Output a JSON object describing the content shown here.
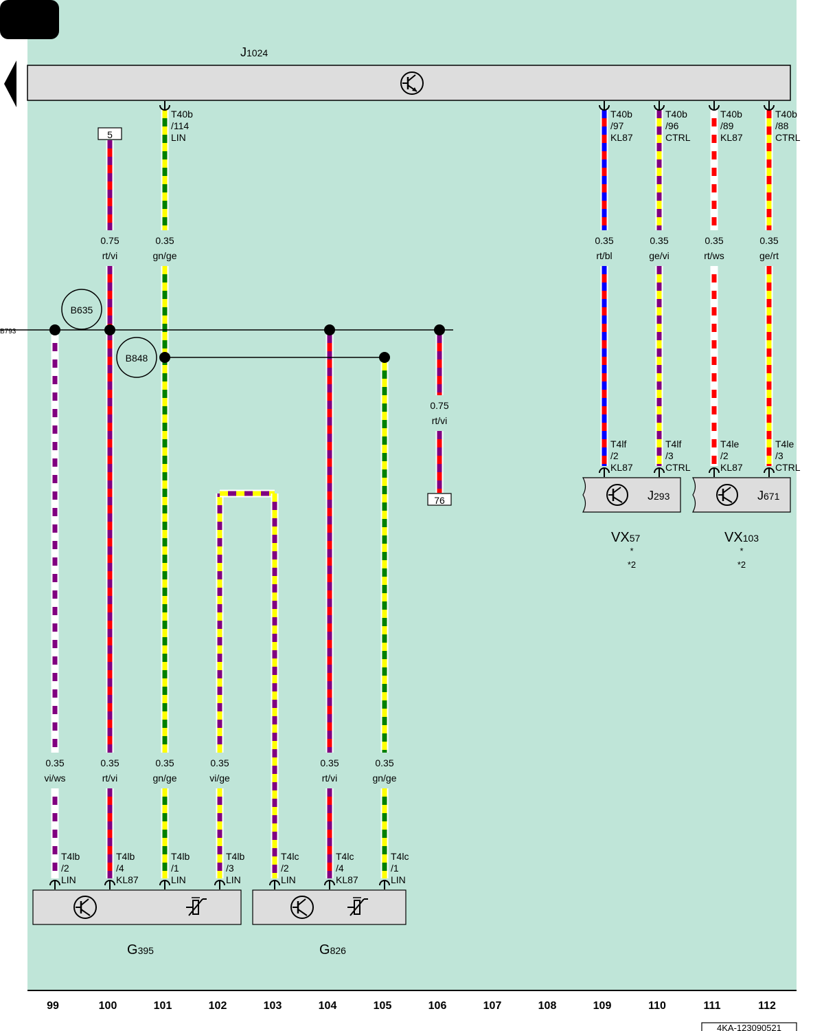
{
  "colors": {
    "background": "#bfe5d8",
    "component_fill": "#dddddd",
    "rt": "#ff0000",
    "vi": "#800080",
    "gn": "#008000",
    "ge": "#ffff00",
    "bl": "#0000ff",
    "ws": "#ffffff"
  },
  "header": {
    "control_unit": "J",
    "control_unit_sub": "1024"
  },
  "ref_box_top": "5",
  "ref_box_mid": "76",
  "bus_label": "B793",
  "junctions": {
    "b635": "B635",
    "b848": "B848"
  },
  "top_wires": [
    {
      "conn1": "T40b",
      "conn2": "/114",
      "conn3": "LIN",
      "size": "0.35",
      "color": "gn/ge"
    },
    {
      "conn1": "T40b",
      "conn2": "/97",
      "conn3": "KL87",
      "size": "0.35",
      "color": "rt/bl"
    },
    {
      "conn1": "T40b",
      "conn2": "/96",
      "conn3": "CTRL",
      "size": "0.35",
      "color": "ge/vi"
    },
    {
      "conn1": "T40b",
      "conn2": "/89",
      "conn3": "KL87",
      "size": "0.35",
      "color": "rt/ws"
    },
    {
      "conn1": "T40b",
      "conn2": "/88",
      "conn3": "CTRL",
      "size": "0.35",
      "color": "ge/rt"
    }
  ],
  "wire_100_top": {
    "size": "0.75",
    "color": "rt/vi"
  },
  "wire_106": {
    "size": "0.75",
    "color": "rt/vi"
  },
  "bottom_wires": [
    {
      "size": "0.35",
      "color": "vi/ws",
      "conn1": "T4lb",
      "conn2": "/2",
      "conn3": "LIN"
    },
    {
      "size": "0.35",
      "color": "rt/vi",
      "conn1": "T4lb",
      "conn2": "/4",
      "conn3": "KL87"
    },
    {
      "size": "0.35",
      "color": "gn/ge",
      "conn1": "T4lb",
      "conn2": "/1",
      "conn3": "LIN"
    },
    {
      "size": "0.35",
      "color": "vi/ge",
      "conn1": "T4lb",
      "conn2": "/3",
      "conn3": "LIN"
    },
    {
      "size": "",
      "color": "",
      "conn1": "T4lc",
      "conn2": "/2",
      "conn3": "LIN"
    },
    {
      "size": "0.35",
      "color": "rt/vi",
      "conn1": "T4lc",
      "conn2": "/4",
      "conn3": "KL87"
    },
    {
      "size": "0.35",
      "color": "gn/ge",
      "conn1": "T4lc",
      "conn2": "/1",
      "conn3": "LIN"
    }
  ],
  "right_bottom_conns": [
    {
      "conn1": "T4lf",
      "conn2": "/2",
      "conn3": "KL87"
    },
    {
      "conn1": "T4lf",
      "conn2": "/3",
      "conn3": "CTRL"
    },
    {
      "conn1": "T4le",
      "conn2": "/2",
      "conn3": "KL87"
    },
    {
      "conn1": "T4le",
      "conn2": "/3",
      "conn3": "CTRL"
    }
  ],
  "components": {
    "j293": {
      "name": "J",
      "sub": "293"
    },
    "j671": {
      "name": "J",
      "sub": "671"
    },
    "vx57": {
      "name": "VX",
      "sub": "57",
      "note1": "*",
      "note2": "*2"
    },
    "vx103": {
      "name": "VX",
      "sub": "103",
      "note1": "*",
      "note2": "*2"
    },
    "g395": {
      "name": "G",
      "sub": "395"
    },
    "g826": {
      "name": "G",
      "sub": "826"
    }
  },
  "column_numbers": [
    "99",
    "100",
    "101",
    "102",
    "103",
    "104",
    "105",
    "106",
    "107",
    "108",
    "109",
    "110",
    "111",
    "112"
  ],
  "drawing_id": "4KA-123090521"
}
